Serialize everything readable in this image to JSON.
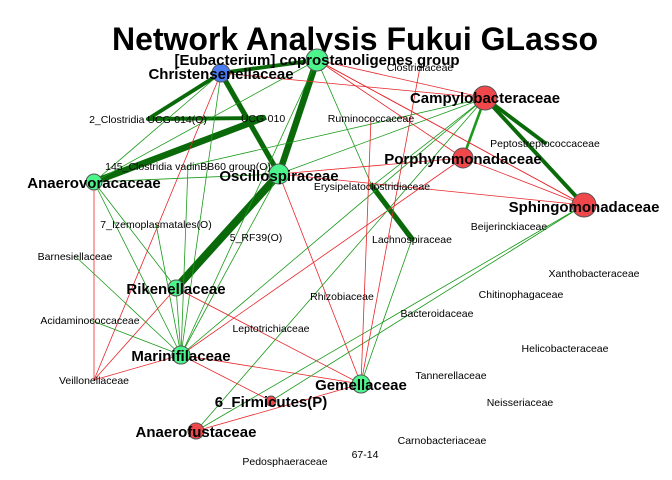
{
  "title": "Network Analysis Fukui GLasso",
  "colors": {
    "positive_edge": "#1a9a1a",
    "strong_positive_edge": "#0a6a0a",
    "negative_edge": "#e8262a",
    "node_green": "#4cf58c",
    "node_red": "#f0484a",
    "node_blue": "#4a7cf0",
    "node_border": "#555555"
  },
  "nodes": [
    {
      "id": "eub",
      "label": "[Eubacterium] coprostanoligenes group",
      "type": "green",
      "size": "big"
    },
    {
      "id": "chr",
      "label": "Christensenellaceae",
      "type": "blue",
      "size": "big"
    },
    {
      "id": "cam",
      "label": "Campylobacteraceae",
      "type": "red",
      "size": "big"
    },
    {
      "id": "clo",
      "label": "Clostridiaceae",
      "type": "none",
      "size": "small"
    },
    {
      "id": "ucg14",
      "label": "2_Clostridia UCG-014(O)",
      "type": "none",
      "size": "small"
    },
    {
      "id": "ucg10",
      "label": "UCG-010",
      "type": "none",
      "size": "small"
    },
    {
      "id": "rum",
      "label": "Ruminococcaceae",
      "type": "none",
      "size": "small"
    },
    {
      "id": "pep",
      "label": "Peptostreptococcaceae",
      "type": "none",
      "size": "small"
    },
    {
      "id": "por",
      "label": "Porphyromonadaceae",
      "type": "red",
      "size": "big"
    },
    {
      "id": "vad",
      "label": "145_Clostridia vadinBB60 group(O)",
      "type": "none",
      "size": "small"
    },
    {
      "id": "osc",
      "label": "Oscillospiraceae",
      "type": "green",
      "size": "big"
    },
    {
      "id": "ana",
      "label": "Anaerovoracaceae",
      "type": "green",
      "size": "big"
    },
    {
      "id": "ery",
      "label": "Erysipelatoclostridiaceae",
      "type": "none",
      "size": "small"
    },
    {
      "id": "sph",
      "label": "Sphingomonadaceae",
      "type": "red",
      "size": "big"
    },
    {
      "id": "izm",
      "label": "7_Izemoplasmatales(O)",
      "type": "none",
      "size": "small"
    },
    {
      "id": "bei",
      "label": "Beijerinckiaceae",
      "type": "none",
      "size": "small"
    },
    {
      "id": "rp39",
      "label": "5_RF39(O)",
      "type": "none",
      "size": "small"
    },
    {
      "id": "lac",
      "label": "Lachnospiraceae",
      "type": "none",
      "size": "small"
    },
    {
      "id": "bar",
      "label": "Barnesiellaceae",
      "type": "none",
      "size": "small"
    },
    {
      "id": "xan",
      "label": "Xanthobacteraceae",
      "type": "none",
      "size": "small"
    },
    {
      "id": "rik",
      "label": "Rikenellaceae",
      "type": "green",
      "size": "big"
    },
    {
      "id": "rhi",
      "label": "Rhizobiaceae",
      "type": "none",
      "size": "small"
    },
    {
      "id": "chi",
      "label": "Chitinophagaceae",
      "type": "none",
      "size": "small"
    },
    {
      "id": "acc",
      "label": "Acidaminococcaceae",
      "type": "none",
      "size": "small"
    },
    {
      "id": "bac",
      "label": "Bacteroidaceae",
      "type": "none",
      "size": "small"
    },
    {
      "id": "lep",
      "label": "Leptotrichiaceae",
      "type": "none",
      "size": "small"
    },
    {
      "id": "mar",
      "label": "Marinifilaceae",
      "type": "green",
      "size": "big"
    },
    {
      "id": "hel",
      "label": "Helicobacteraceae",
      "type": "none",
      "size": "small"
    },
    {
      "id": "vei",
      "label": "Veillonellaceae",
      "type": "none",
      "size": "small"
    },
    {
      "id": "tan",
      "label": "Tannerellaceae",
      "type": "none",
      "size": "small"
    },
    {
      "id": "gem",
      "label": "Gemellaceae",
      "type": "green",
      "size": "big"
    },
    {
      "id": "nei",
      "label": "Neisseriaceae",
      "type": "none",
      "size": "small"
    },
    {
      "id": "fir",
      "label": "6_Firmicutes(P)",
      "type": "red",
      "size": "big"
    },
    {
      "id": "anf",
      "label": "Anaerofustaceae",
      "type": "red",
      "size": "big"
    },
    {
      "id": "car",
      "label": "Carnobacteriaceae",
      "type": "none",
      "size": "small"
    },
    {
      "id": "p67",
      "label": "67-14",
      "type": "none",
      "size": "small"
    },
    {
      "id": "ped",
      "label": "Pedosphaeraceae",
      "type": "none",
      "size": "small"
    }
  ],
  "edges": [
    {
      "source": "eub",
      "target": "osc",
      "sign": "positive",
      "weight": 5
    },
    {
      "source": "osc",
      "target": "rik",
      "sign": "positive",
      "weight": 6
    },
    {
      "source": "ucg10",
      "target": "ana",
      "sign": "positive",
      "weight": 5
    },
    {
      "source": "chr",
      "target": "osc",
      "sign": "positive",
      "weight": 4
    },
    {
      "source": "chr",
      "target": "ucg14",
      "sign": "positive",
      "weight": 3
    },
    {
      "source": "ucg14",
      "target": "ucg10",
      "sign": "positive",
      "weight": 3
    },
    {
      "source": "chr",
      "target": "eub",
      "sign": "positive",
      "weight": 3
    },
    {
      "source": "ery",
      "target": "lac",
      "sign": "positive",
      "weight": 4
    },
    {
      "source": "cam",
      "target": "pep",
      "sign": "positive",
      "weight": 3
    },
    {
      "source": "cam",
      "target": "sph",
      "sign": "positive",
      "weight": 3
    },
    {
      "source": "cam",
      "target": "por",
      "sign": "positive",
      "weight": 2
    },
    {
      "source": "cam",
      "target": "osc",
      "sign": "positive",
      "weight": 1
    },
    {
      "source": "cam",
      "target": "ery",
      "sign": "positive",
      "weight": 1
    },
    {
      "source": "cam",
      "target": "vad",
      "sign": "positive",
      "weight": 1
    },
    {
      "source": "cam",
      "target": "mar",
      "sign": "positive",
      "weight": 1
    },
    {
      "source": "eub",
      "target": "cam",
      "sign": "negative",
      "weight": 1
    },
    {
      "source": "eub",
      "target": "por",
      "sign": "negative",
      "weight": 1
    },
    {
      "source": "eub",
      "target": "sph",
      "sign": "negative",
      "weight": 1
    },
    {
      "source": "eub",
      "target": "ana",
      "sign": "positive",
      "weight": 1
    },
    {
      "source": "eub",
      "target": "mar",
      "sign": "positive",
      "weight": 1
    },
    {
      "source": "eub",
      "target": "ery",
      "sign": "positive",
      "weight": 1
    },
    {
      "source": "chr",
      "target": "mar",
      "sign": "positive",
      "weight": 1
    },
    {
      "source": "chr",
      "target": "ana",
      "sign": "positive",
      "weight": 1
    },
    {
      "source": "chr",
      "target": "cam",
      "sign": "negative",
      "weight": 1
    },
    {
      "source": "chr",
      "target": "vei",
      "sign": "negative",
      "weight": 1
    },
    {
      "source": "osc",
      "target": "sph",
      "sign": "negative",
      "weight": 1
    },
    {
      "source": "osc",
      "target": "gem",
      "sign": "negative",
      "weight": 1
    },
    {
      "source": "osc",
      "target": "mar",
      "sign": "positive",
      "weight": 1
    },
    {
      "source": "osc",
      "target": "ana",
      "sign": "positive",
      "weight": 1
    },
    {
      "source": "osc",
      "target": "por",
      "sign": "negative",
      "weight": 1
    },
    {
      "source": "ana",
      "target": "rik",
      "sign": "positive",
      "weight": 1
    },
    {
      "source": "ana",
      "target": "mar",
      "sign": "positive",
      "weight": 1
    },
    {
      "source": "ana",
      "target": "vei",
      "sign": "negative",
      "weight": 1
    },
    {
      "source": "rik",
      "target": "mar",
      "sign": "positive",
      "weight": 1
    },
    {
      "source": "rik",
      "target": "gem",
      "sign": "negative",
      "weight": 1
    },
    {
      "source": "rik",
      "target": "vei",
      "sign": "negative",
      "weight": 1
    },
    {
      "source": "mar",
      "target": "gem",
      "sign": "negative",
      "weight": 1
    },
    {
      "source": "mar",
      "target": "vei",
      "sign": "negative",
      "weight": 1
    },
    {
      "source": "por",
      "target": "sph",
      "sign": "negative",
      "weight": 1
    },
    {
      "source": "por",
      "target": "mar",
      "sign": "negative",
      "weight": 1
    },
    {
      "source": "sph",
      "target": "fir",
      "sign": "positive",
      "weight": 1
    },
    {
      "source": "sph",
      "target": "anf",
      "sign": "positive",
      "weight": 1
    },
    {
      "source": "sph",
      "target": "eub",
      "sign": "negative",
      "weight": 1
    },
    {
      "source": "lac",
      "target": "gem",
      "sign": "positive",
      "weight": 1
    },
    {
      "source": "cam",
      "target": "anf",
      "sign": "positive",
      "weight": 1
    },
    {
      "source": "rum",
      "target": "gem",
      "sign": "negative",
      "weight": 1
    },
    {
      "source": "clo",
      "target": "gem",
      "sign": "negative",
      "weight": 1
    },
    {
      "source": "fir",
      "target": "mar",
      "sign": "negative",
      "weight": 1
    },
    {
      "source": "gem",
      "target": "anf",
      "sign": "negative",
      "weight": 1
    },
    {
      "source": "izm",
      "target": "mar",
      "sign": "positive",
      "weight": 1
    },
    {
      "source": "bar",
      "target": "mar",
      "sign": "positive",
      "weight": 1
    },
    {
      "source": "acc",
      "target": "mar",
      "sign": "positive",
      "weight": 1
    },
    {
      "source": "vad",
      "target": "mar",
      "sign": "positive",
      "weight": 1
    }
  ]
}
